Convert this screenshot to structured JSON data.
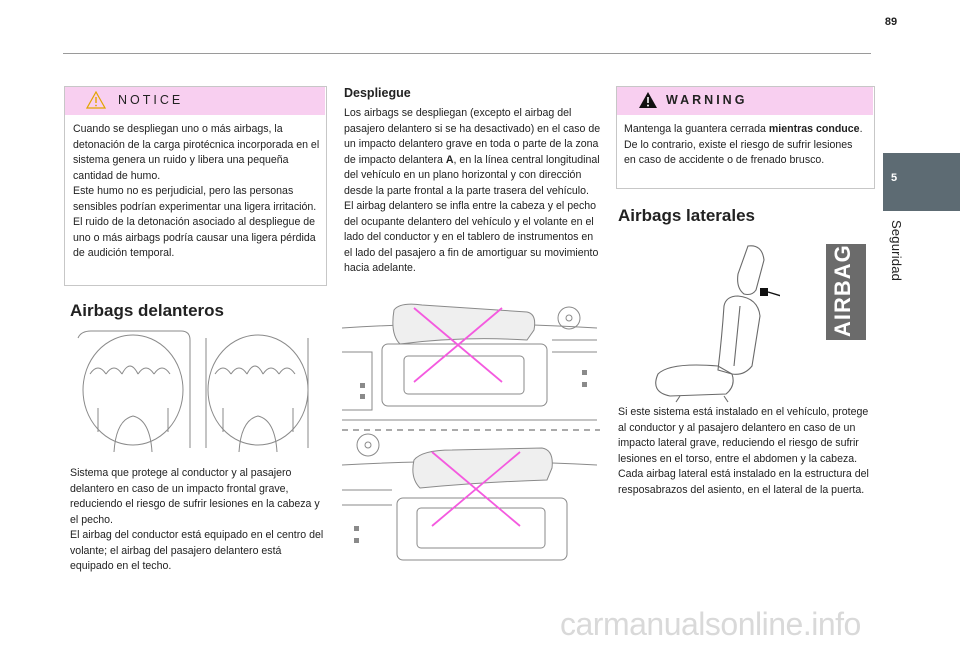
{
  "page": {
    "number": "89"
  },
  "side_tab": {
    "chapter_number": "5",
    "chapter_title": "Seguridad"
  },
  "notice": {
    "title": "NOTICE",
    "paragraphs": [
      "Cuando se despliegan uno o más airbags, la detonación de la carga pirotécnica incorporada en el sistema genera un ruido y libera una pequeña cantidad de humo.",
      "Este humo no es perjudicial, pero las personas sensibles podrían experimentar una ligera irritación.",
      "El ruido de la detonación asociado al despliegue de uno o más airbags podría causar una ligera pérdida de audición temporal."
    ]
  },
  "front_airbags": {
    "heading": "Airbags delanteros",
    "paragraphs": [
      "Sistema que protege al conductor y al pasajero delantero en caso de un impacto frontal grave, reduciendo el riesgo de sufrir lesiones en la cabeza y el pecho.",
      "El airbag del conductor está equipado en el centro del volante; el airbag del pasajero delantero está equipado en el techo."
    ]
  },
  "deployment": {
    "heading": "Despliegue",
    "p1_before": "Los airbags se despliegan (excepto el airbag del pasajero delantero si se ha desactivado) en el caso de un impacto delantero grave en toda o parte de la zona de impacto delantera ",
    "p1_bold": "A",
    "p1_after": ", en la línea central longitudinal del vehículo en un plano horizontal y con dirección desde la parte frontal a la parte trasera del vehículo.",
    "p2": "El airbag delantero se infla entre la cabeza y el pecho del ocupante delantero del vehículo y el volante en el lado del conductor y en el tablero de instrumentos en el lado del pasajero a fin de amortiguar su movimiento hacia adelante."
  },
  "warning": {
    "title": "WARNING",
    "text_before": "Mantenga la guantera cerrada ",
    "text_bold": "mientras conduce",
    "text_after": ". De lo contrario, existe el riesgo de sufrir lesiones en caso de accidente o de frenado brusco."
  },
  "side_airbags": {
    "heading": "Airbags laterales",
    "seat_label": "AIRBAG",
    "paragraphs": [
      "Si este sistema está instalado en el vehículo, protege al conductor y al pasajero delantero en caso de un impacto lateral grave, reduciendo el riesgo de sufrir lesiones en el torso, entre el abdomen y la cabeza.",
      "Cada airbag lateral está instalado en la estructura del resposabrazos del asiento, en el lateral de la puerta."
    ]
  },
  "watermark": {
    "text": "carmanualsonline.info"
  },
  "colors": {
    "box_header": "#f8cff0",
    "side_tab": "#5d6b73",
    "cross_mark": "#f45adf",
    "airbag_label_bg": "#6b6b6b"
  }
}
